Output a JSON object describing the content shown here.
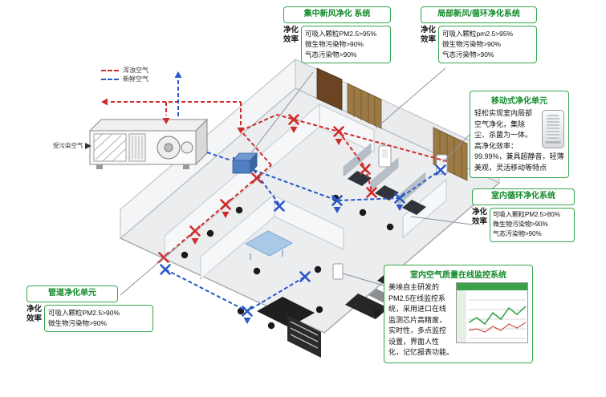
{
  "legend": {
    "items": [
      {
        "label": "浑浊空气",
        "color": "#cf2b2b",
        "style": "dashed"
      },
      {
        "label": "新鲜空气",
        "color": "#2b58c8",
        "style": "dashed"
      }
    ]
  },
  "ahu": {
    "label": "受污染空气"
  },
  "callouts": {
    "central": {
      "title": "集中新风净化 系统",
      "eff_label_top": "净化",
      "eff_label_bottom": "效率",
      "lines": [
        "可吸入颗粒PM2.5>95%",
        "微生物污染物>90%",
        "气态污染物>90%"
      ]
    },
    "local": {
      "title": "局部新风/循环净化系统",
      "eff_label_top": "净化",
      "eff_label_bottom": "效率",
      "lines": [
        "可吸入颗粒pm2.5>95%",
        "微生物污染物>90%",
        "气态污染物>90%"
      ]
    },
    "mobile": {
      "title": "移动式净化单元",
      "desc": "轻松实现室内局部空气净化，集除尘、杀菌为一体。高净化效率：99.99%，兼具超静音，轻薄美观，灵活移动等特点"
    },
    "indoor": {
      "title": "室内循环净化系统",
      "eff_label_top": "净化",
      "eff_label_bottom": "效率",
      "lines": [
        "可吸入颗粒PM2.5>80%",
        "微生物污染物>90%",
        "气态污染物>90%"
      ]
    },
    "monitor": {
      "title": "室内空气质量在线监控系统",
      "desc": "美埃自主研发的PM2.5在线监控系统，采用进口在线监测芯片高精度，实时性，多点监控设置，界面人性化，记忆报表功能。"
    },
    "duct": {
      "title": "管道净化单元",
      "eff_label_top": "净化",
      "eff_label_bottom": "效率",
      "lines": [
        "可吸入颗粒PM2.5>90%",
        "微生物污染物>90%"
      ]
    }
  },
  "colors": {
    "accent_green": "#35a64a",
    "duct_red": "#cf2b2b",
    "duct_blue": "#2b58c8"
  }
}
